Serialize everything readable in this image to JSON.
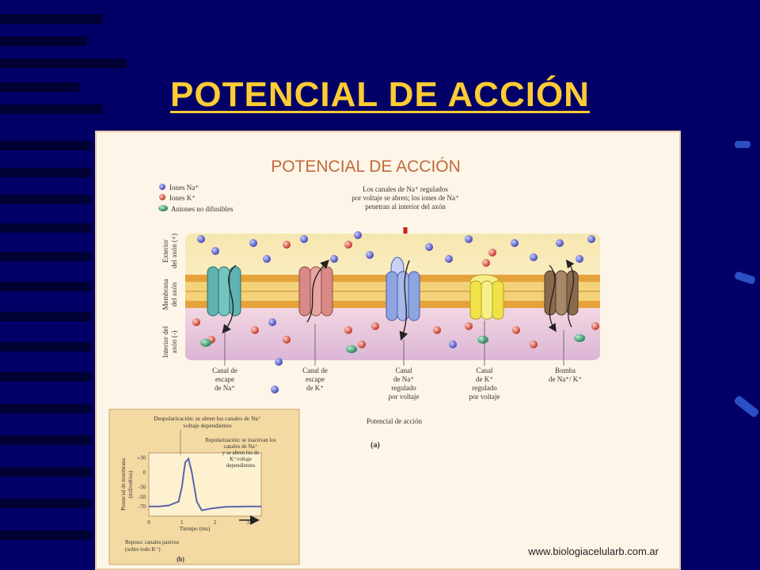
{
  "slide": {
    "title": "POTENCIAL DE ACCIÓN"
  },
  "figure": {
    "title": "POTENCIAL DE ACCIÓN",
    "legend": [
      {
        "label": "Iones Na⁺",
        "color": "#4a52c8"
      },
      {
        "label": "Iones K⁺",
        "color": "#d33a2c"
      },
      {
        "label": "Aniones no difusibles",
        "color": "#2e9a6a"
      }
    ],
    "side_labels": {
      "exterior": [
        "Exterior",
        "del axón (+)"
      ],
      "membrana": [
        "Membrana",
        "del axón"
      ],
      "interior": [
        "Interior del",
        "axón (-)"
      ]
    },
    "top_annotation": [
      "Los canales de Na⁺ regulados",
      "por voltaje se abren; los iones de Na⁺",
      "penetran al interior del axón"
    ],
    "channels": [
      {
        "label": [
          "Canal de",
          "escape",
          "de Na⁺"
        ],
        "color": "#5fb3b0"
      },
      {
        "label": [
          "Canal de",
          "escape",
          "de K⁺"
        ],
        "color": "#d98a86"
      },
      {
        "label": [
          "Canal",
          "de Na⁺",
          "regulado",
          "por voltaje"
        ],
        "color": "#8ea4e0"
      },
      {
        "label": [
          "Canal",
          "de K⁺",
          "regulado",
          "por voltaje"
        ],
        "color": "#f2e24a"
      },
      {
        "label": [
          "Bomba",
          "de Na⁺/ K⁺"
        ],
        "color": "#8a6a4e"
      }
    ],
    "caption_a": "Potencial de acción",
    "panel_a_label": "(a)",
    "panel_b_label": "(b)",
    "website": "www.biologiacelularb.com.ar",
    "graph": {
      "depolarization_note": [
        "Despolarización: se abren los canales de Na⁺",
        "voltaje dependientes"
      ],
      "repolarization_note": [
        "Repolarización: se inactivan los",
        "canales de Na⁺",
        "y se abren los de",
        "K⁺voltaje",
        "dependientes"
      ],
      "ylabel": [
        "Potencial de membrana",
        "(milivoltios)"
      ],
      "xlabel": "Tiempo (ms)",
      "yticks": [
        "+30",
        "0",
        "-30",
        "-50",
        "-70"
      ],
      "xticks": [
        "0",
        "1",
        "2",
        "3"
      ],
      "rest_note": [
        "Reposo: canales pasivos",
        "(sobre todo K⁺)"
      ]
    }
  },
  "chart_data": {
    "type": "line",
    "x": [
      0,
      0.3,
      0.6,
      0.9,
      1.0,
      1.1,
      1.2,
      1.3,
      1.45,
      1.6,
      1.9,
      2.3,
      3.0,
      3.4
    ],
    "values": [
      -70,
      -70,
      -68,
      -60,
      -30,
      20,
      28,
      0,
      -60,
      -78,
      -74,
      -71,
      -70,
      -70
    ],
    "xlabel": "Tiempo (ms)",
    "ylabel": "Potencial de membrana (milivoltios)",
    "xlim": [
      0,
      3.4
    ],
    "ylim": [
      -90,
      40
    ]
  }
}
